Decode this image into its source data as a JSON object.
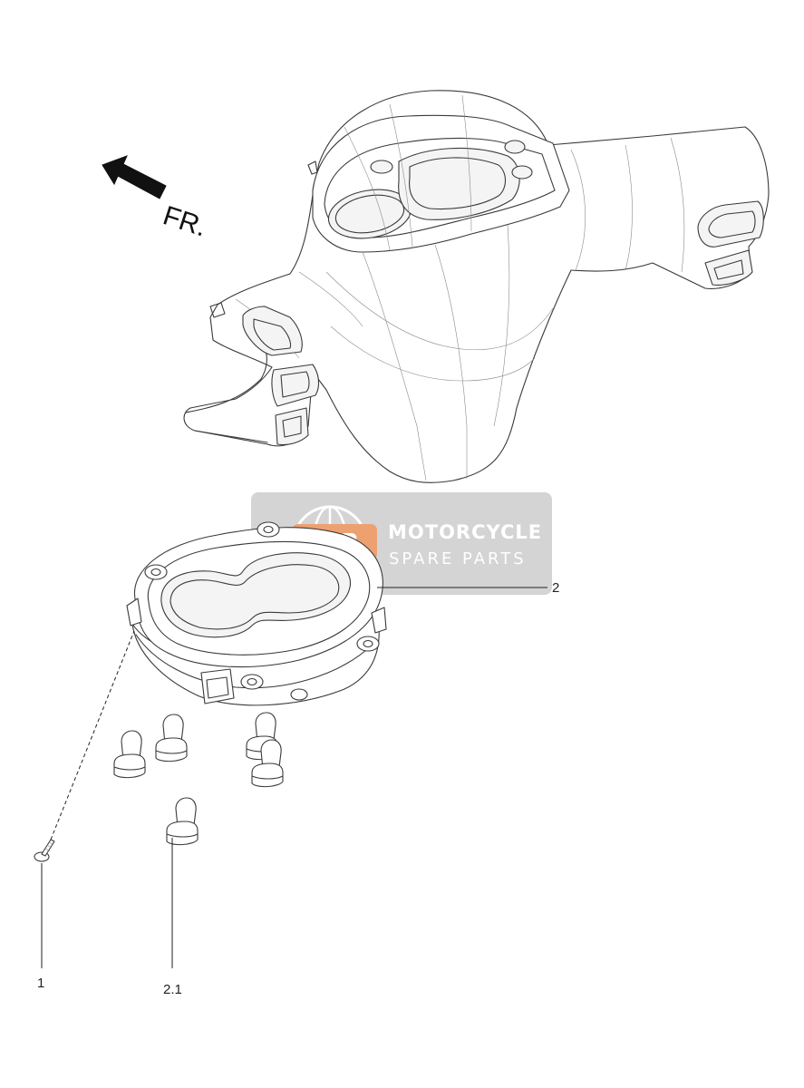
{
  "direction_label": "FR.",
  "callouts": [
    {
      "id": "part-1",
      "text": "1"
    },
    {
      "id": "part-2",
      "text": "2"
    },
    {
      "id": "part-2-1",
      "text": "2.1"
    }
  ],
  "watermark": {
    "logo_text": "MSP",
    "title": "MOTORCYCLE",
    "subtitle": "SPARE PARTS",
    "badge_color": "#e8874a",
    "panel_color": "#c8c8c8"
  },
  "icons": {
    "direction": "front-arrow-icon",
    "brand": "msp-globe-icon"
  }
}
